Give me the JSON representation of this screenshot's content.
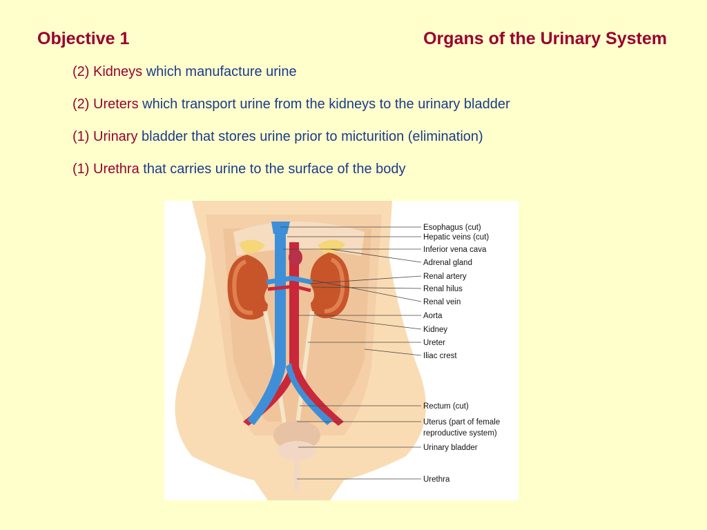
{
  "header": {
    "objective": "Objective 1",
    "title": "Organs of the Urinary System"
  },
  "bullets": [
    {
      "count": "(2)",
      "term": "Kidneys",
      "rest": "which manufacture urine"
    },
    {
      "count": "(2)",
      "term": "Ureters",
      "rest": "which transport urine from the kidneys to the urinary bladder"
    },
    {
      "count": "(1)",
      "term": "Urinary",
      "rest": "bladder that stores urine prior to micturition (elimination)"
    },
    {
      "count": "(1)",
      "term": "Urethra",
      "rest": "that carries urine to the surface of the body"
    }
  ],
  "figure": {
    "labels": {
      "esophagus": "Esophagus (cut)",
      "hepatic_veins": "Hepatic veins (cut)",
      "ivc": "Inferior vena cava",
      "adrenal": "Adrenal gland",
      "renal_artery": "Renal artery",
      "renal_hilus": "Renal hilus",
      "renal_vein": "Renal vein",
      "aorta": "Aorta",
      "kidney": "Kidney",
      "ureter": "Ureter",
      "iliac_crest": "Iliac crest",
      "rectum": "Rectum (cut)",
      "uterus_1": "Uterus (part of female",
      "uterus_2": "reproductive system)",
      "urinary_bladder": "Urinary bladder",
      "urethra": "Urethra"
    }
  },
  "colors": {
    "title": "#99002e",
    "body_text": "#1a3a8a",
    "background": "#ffffcc"
  }
}
